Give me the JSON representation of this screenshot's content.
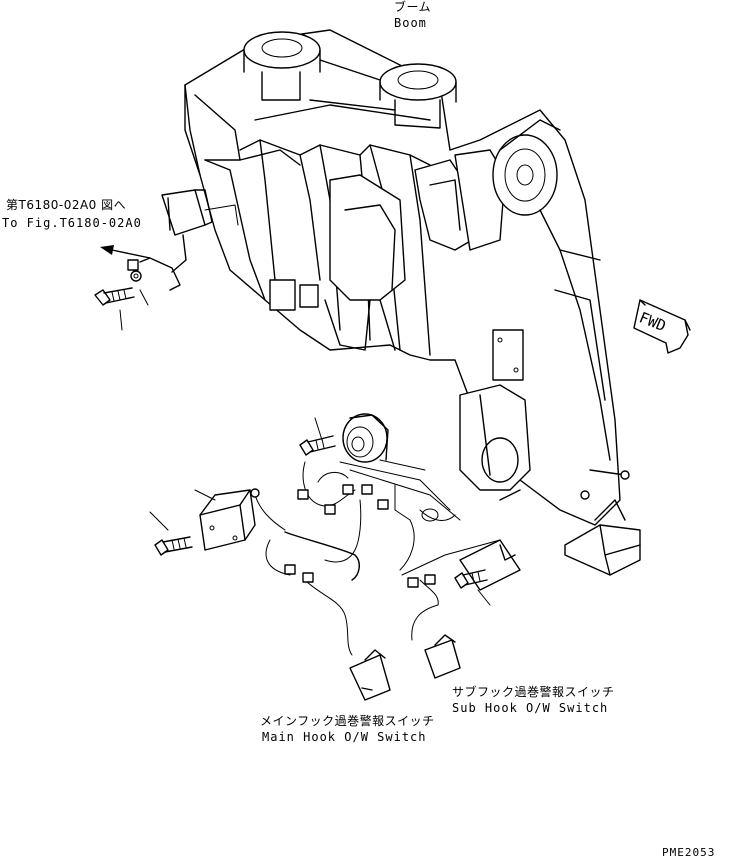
{
  "labels": {
    "boom_ja": "ブーム",
    "boom_en": "Boom",
    "ref_ja": "第T6180-02A0 図へ",
    "ref_en": "To Fig.T6180-02A0",
    "fwd": "FWD",
    "sub_switch_ja": "サブフック過巻警報スイッチ",
    "sub_switch_en": "Sub Hook O/W Switch",
    "main_switch_ja": "メインフック過巻警報スイッチ",
    "main_switch_en": "Main Hook O/W Switch",
    "drawing_code": "PME2053"
  }
}
